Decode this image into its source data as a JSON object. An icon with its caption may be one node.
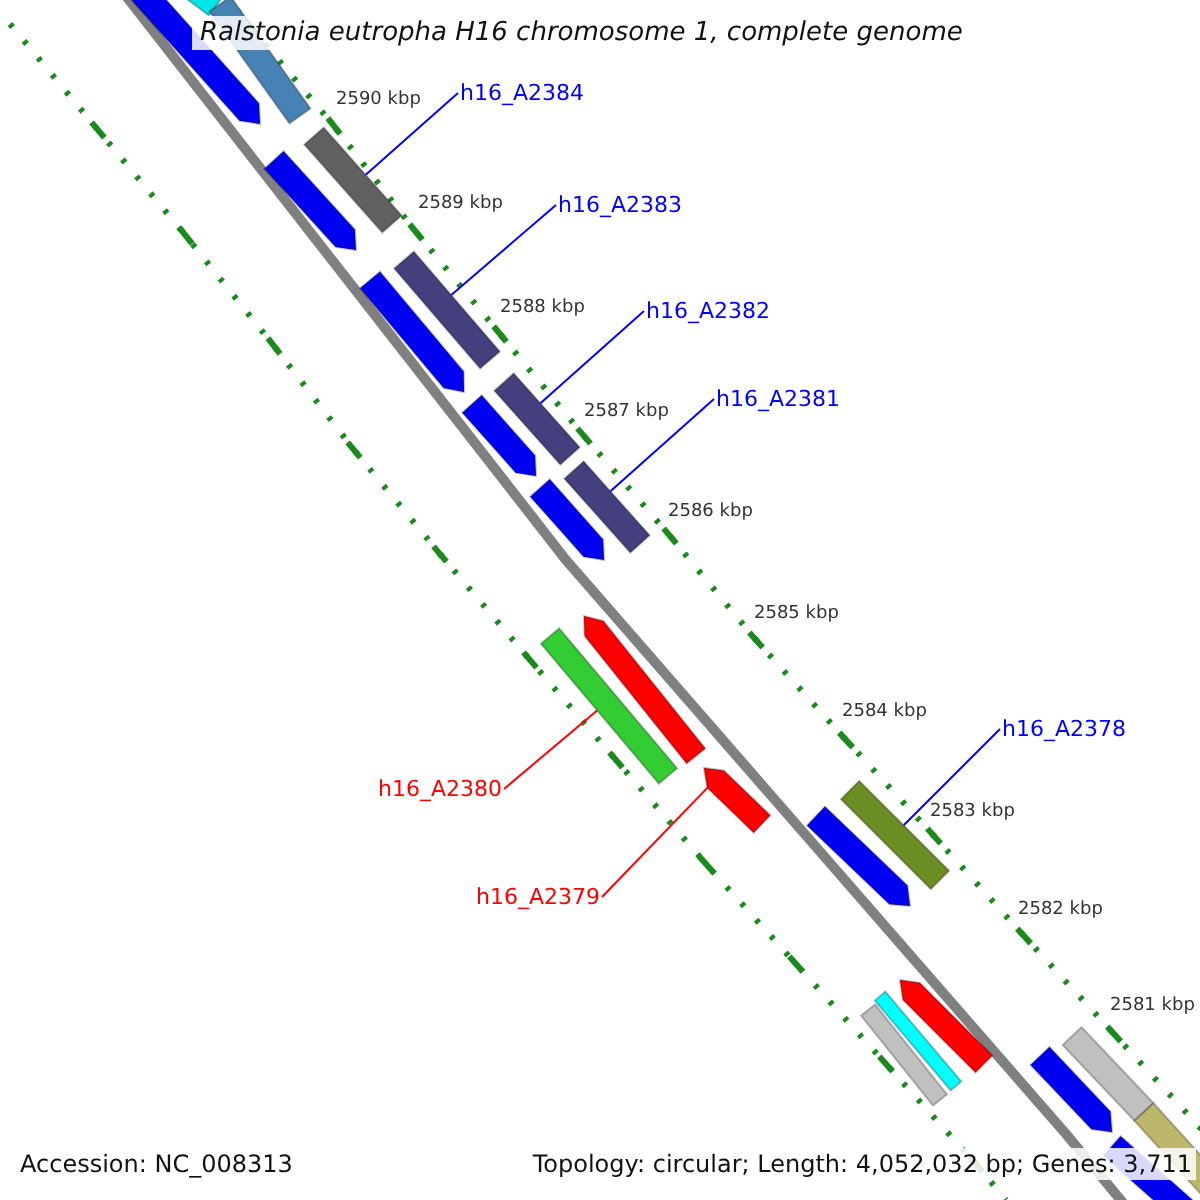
{
  "diagram": {
    "title": "Ralstonia eutropha H16 chromosome 1, complete genome",
    "nodes": [
      {
        "text": [
          "h16_A2384"
        ]
      },
      {
        "text": [
          "h16_A2383"
        ]
      },
      {
        "text": [
          "h16_A2382"
        ]
      },
      {
        "text": [
          "h16_A2381"
        ]
      },
      {
        "text": [
          "h16_A2378"
        ]
      },
      {
        "text": [
          "h16_A2380"
        ]
      },
      {
        "text": [
          "h16_A2379"
        ]
      },
      {
        "text": [],
        "shape": "bar"
      },
      {
        "text": [],
        "shape": "bar"
      },
      {
        "text": [],
        "shape": "bar"
      },
      {
        "text": [],
        "shape": "bar"
      },
      {
        "text": [],
        "shape": "bar"
      },
      {
        "text": [],
        "shape": "bar"
      },
      {
        "text": [],
        "shape": "bar"
      },
      {
        "text": [],
        "shape": "bar"
      },
      {
        "text": [],
        "shape": "bar"
      },
      {
        "text": [],
        "shape": "bar"
      },
      {
        "text": [],
        "shape": "bar"
      },
      {
        "text": [],
        "shape": "bar"
      },
      {
        "text": [],
        "shape": "bar"
      },
      {
        "text": [],
        "shape": "bar"
      },
      {
        "text": [],
        "shape": "bar"
      },
      {
        "text": [],
        "shape": "bar"
      },
      {
        "text": [],
        "shape": "bar"
      },
      {
        "text": [],
        "shape": "bar"
      },
      {
        "text": [],
        "shape": "bar"
      },
      {
        "text": [],
        "shape": "bar"
      },
      {
        "text": [],
        "shape": "bar"
      },
      {
        "text": [],
        "shape": "bar"
      },
      {
        "text": [],
        "shape": "bar"
      }
    ],
    "edges": [
      {
        "from": 0,
        "to": 11,
        "arrow": "none"
      },
      {
        "from": 1,
        "to": 13,
        "arrow": "none"
      },
      {
        "from": 2,
        "to": 15,
        "arrow": "none"
      },
      {
        "from": 3,
        "to": 17,
        "arrow": "none"
      },
      {
        "from": 4,
        "to": 19,
        "arrow": "none"
      },
      {
        "from": 5,
        "to": 20,
        "arrow": "none",
        "color": "#ff0000"
      },
      {
        "from": 6,
        "to": 22,
        "arrow": "none",
        "color": "#ff0000"
      }
    ],
    "labels": [
      "2590 kbp",
      "2589 kbp",
      "2588 kbp",
      "2587 kbp",
      "2586 kbp",
      "2585 kbp",
      "2584 kbp",
      "2583 kbp",
      "2582 kbp",
      "2581 kbp",
      "Accession: NC_008313",
      "Topology: circular; Length: 4,052,032 bp; Genes: 3,711"
    ]
  }
}
